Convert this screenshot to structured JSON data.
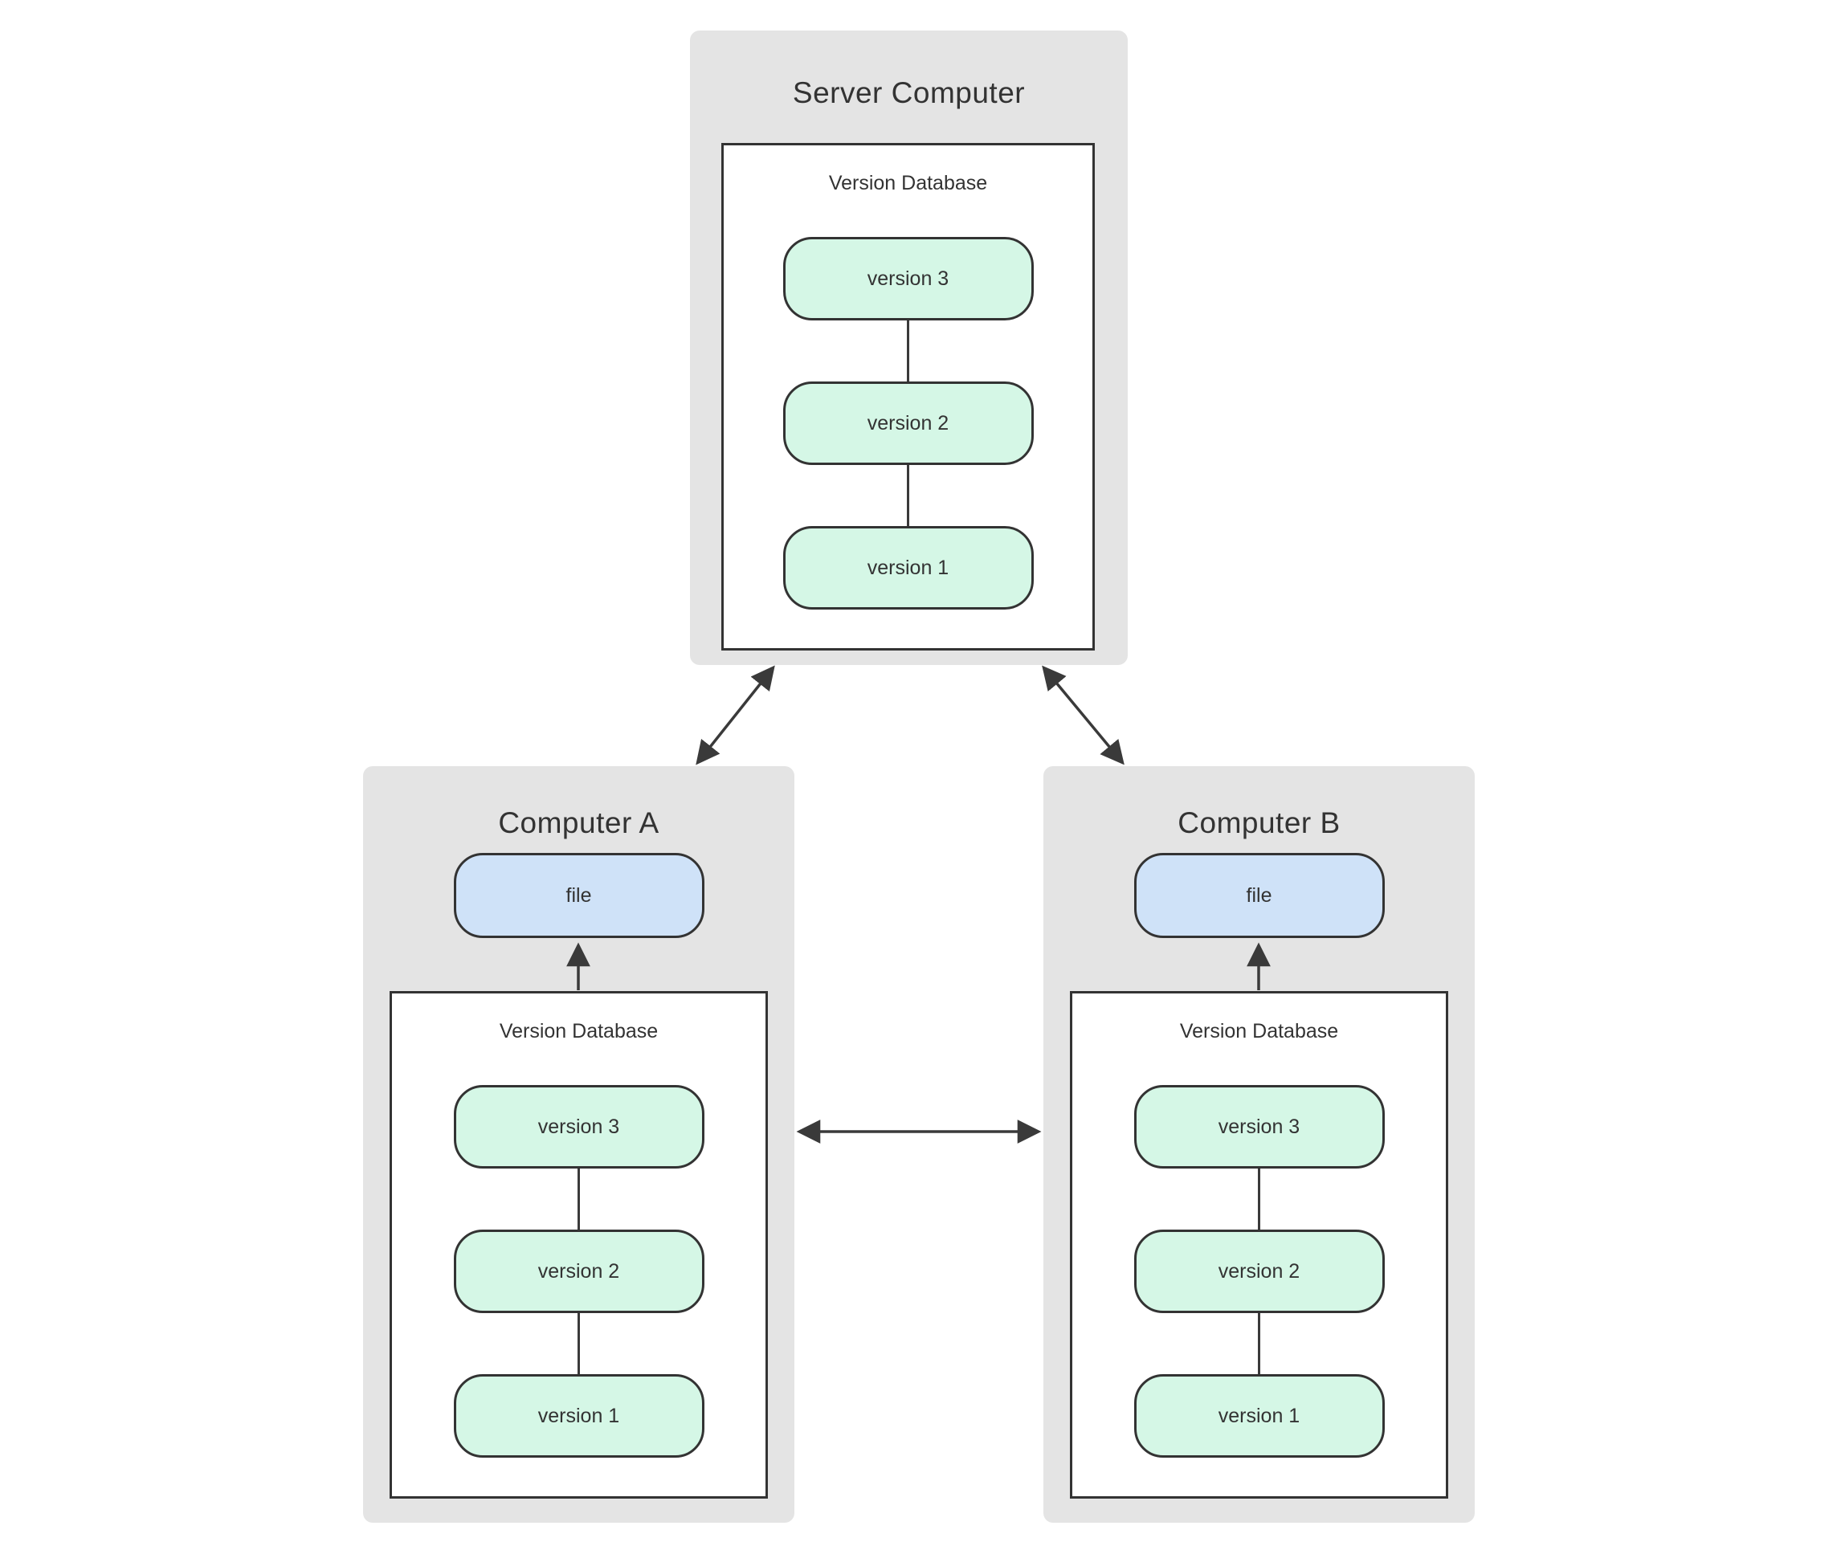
{
  "colors": {
    "page_background": "#ffffff",
    "group_background": "#e4e4e4",
    "box_border": "#333333",
    "version_node_fill": "#d5f7e6",
    "file_node_fill": "#cfe2f8",
    "arrow": "#3a3a3a",
    "text": "#333333"
  },
  "server": {
    "title": "Server Computer",
    "database": {
      "label": "Version Database",
      "versions": [
        "version 3",
        "version 2",
        "version 1"
      ]
    }
  },
  "computer_a": {
    "title": "Computer A",
    "file_label": "file",
    "database": {
      "label": "Version Database",
      "versions": [
        "version 3",
        "version 2",
        "version 1"
      ]
    }
  },
  "computer_b": {
    "title": "Computer B",
    "file_label": "file",
    "database": {
      "label": "Version Database",
      "versions": [
        "version 3",
        "version 2",
        "version 1"
      ]
    }
  },
  "arrows": {
    "server_to_computer_a": "bidirectional",
    "server_to_computer_b": "bidirectional",
    "computer_a_to_computer_b": "bidirectional",
    "database_to_file_a": "up",
    "database_to_file_b": "up"
  }
}
